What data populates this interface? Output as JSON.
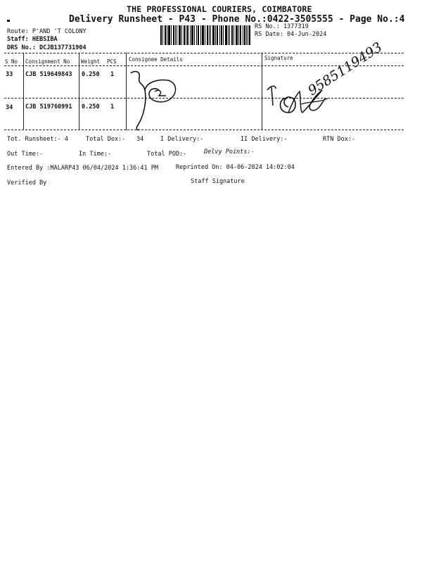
{
  "header": {
    "company": "THE PROFESSIONAL COURIERS, COIMBATORE",
    "runsheet_line": "Delivery Runsheet - P43 - Phone No.:0422-3505555 - Page No.:4",
    "route": "Route: P'AND 'T COLONY",
    "staff": "Staff: HEBSIBA",
    "drs_no": "DRS No.: DCJB137731904",
    "rs_no": "RS No.: 1377319",
    "rs_date": "RS Date: 04-Jun-2024"
  },
  "table": {
    "columns": [
      "S No",
      "Consignment No",
      "Weight",
      "PCS",
      "Consignee Details",
      "Signature"
    ],
    "rows": [
      {
        "sno": "33",
        "consignment": "CJB 519649843",
        "weight": "0.250",
        "pcs": "1"
      },
      {
        "sno": "34",
        "consignment": "CJB 519760991",
        "weight": "0.250",
        "pcs": "1"
      }
    ]
  },
  "summary": {
    "tot_runsheet": "Tot. Runsheet:- 4",
    "total_dox": "Total Dox:-",
    "total_dox_value": "34",
    "i_delivery": "I Delivery:-",
    "ii_delivery": "II Delivery:-",
    "rtn_dox": "RTN Dox:-",
    "out_time": "Out Time:-",
    "in_time": "In Time:-",
    "total_pod": "Total POD:-",
    "delvy_points": "Delvy Points:-",
    "entered_by": "Entered By :MALARP43 06/04/2024 1:36:41 PM",
    "reprinted_on": "Reprinted On: 04-06-2024 14:02:04",
    "verified_by": "Verified By",
    "staff_signature": "Staff Signature"
  },
  "handwriting": {
    "phone_note": "9585119493"
  }
}
